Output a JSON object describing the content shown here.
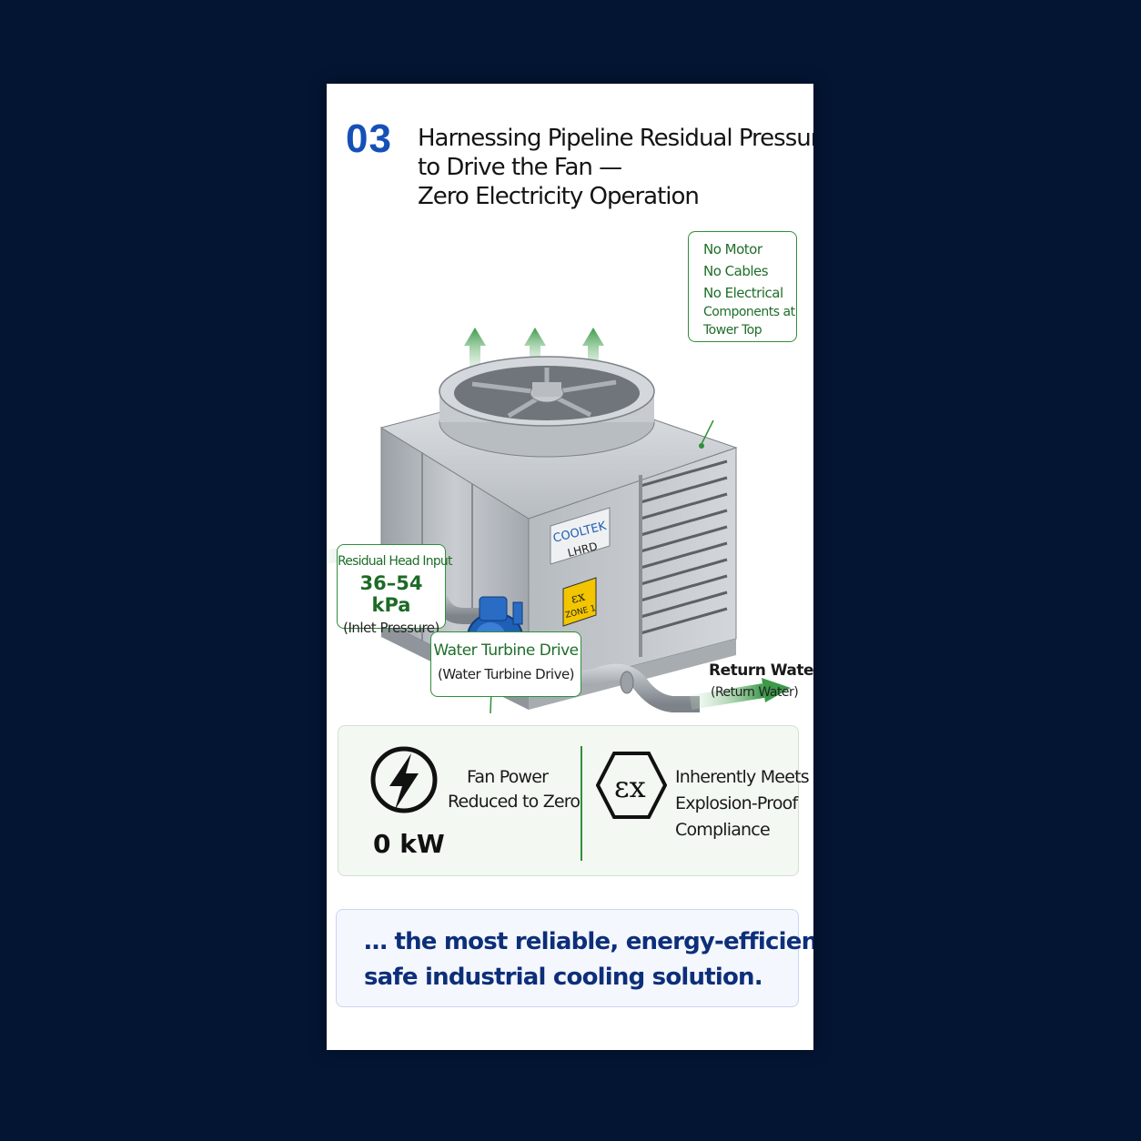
{
  "step": "03",
  "title": {
    "line1": "Harnessing Pipeline Residual Pressure",
    "line2": "to Drive the Fan —",
    "line3": "Zero Electricity Operation"
  },
  "callout_top": {
    "line1": "No Motor",
    "line2": "No Cables",
    "line3": "No Electrical",
    "line4": "Components at",
    "line5": "Tower Top"
  },
  "tower_label": {
    "brand": "COOLTEK",
    "model": "LHRD"
  },
  "ex_sign": {
    "symbol": "εx",
    "zone": "ZONE 1"
  },
  "residual_box": {
    "label": "Residual Head Input",
    "value": "36–54 kPa",
    "note": "(Inlet Pressure)"
  },
  "turbine_box": {
    "label": "Water Turbine Drive",
    "note": "(Water Turbine Drive)"
  },
  "return_water": {
    "label": "Return Water",
    "note": "(Return Water)"
  },
  "features": {
    "power_line1": "Fan Power",
    "power_line2": "Reduced to Zero",
    "power_value": "0 kW",
    "ex_symbol": "εx",
    "ex_line1": "Inherently Meets",
    "ex_line2": "Explosion-Proof",
    "ex_line3": "Compliance"
  },
  "tagline": {
    "line1": "… the most reliable, energy-efficient,",
    "line2": "safe industrial cooling solution."
  },
  "colors": {
    "background": "#031533",
    "accent_blue": "#1550b8",
    "accent_green": "#2f8f3a",
    "tagline_text": "#0d2f7a",
    "hazard_yellow": "#f2c500",
    "pump_blue": "#1f5fb5"
  }
}
